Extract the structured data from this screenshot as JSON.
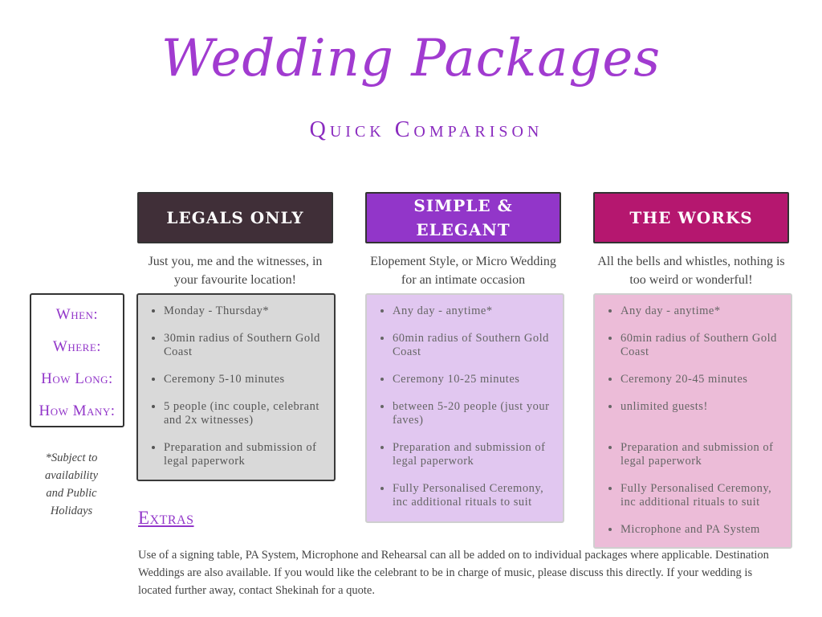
{
  "title": "Wedding Packages",
  "subtitle": "Quick Comparison",
  "labels": [
    "When:",
    "Where:",
    "How Long:",
    "How Many:"
  ],
  "note": "*Subject to availability and Public Holidays",
  "packages": [
    {
      "name": "LEGALS ONLY",
      "description": "Just you, me and the witnesses, in your favourite location!",
      "items": [
        "Monday - Thursday*",
        "30min radius of Southern Gold Coast",
        "Ceremony 5-10 minutes",
        "5 people (inc couple, celebrant and 2x witnesses)",
        "Preparation and submission of legal paperwork"
      ]
    },
    {
      "name": "SIMPLE & ELEGANT",
      "description": "Elopement Style, or Micro Wedding for an intimate occasion",
      "items": [
        "Any day - anytime*",
        "60min radius of Southern Gold Coast",
        "Ceremony 10-25 minutes",
        "between 5-20 people (just your faves)",
        "Preparation and submission of legal paperwork",
        "Fully Personalised Ceremony, inc additional rituals to suit"
      ]
    },
    {
      "name": "THE WORKS",
      "description": "All the bells and whistles, nothing is too weird or wonderful!",
      "items": [
        "Any day - anytime*",
        "60min radius of Southern Gold Coast",
        "Ceremony 20-45 minutes",
        "unlimited guests!",
        "Preparation and submission of legal paperwork",
        "Fully Personalised Ceremony, inc additional rituals to suit",
        "Microphone and PA System"
      ]
    }
  ],
  "extras": {
    "heading": "Extras",
    "text": "Use of a signing table, PA System, Microphone and Rehearsal can all be added on to individual packages where applicable.  Destination Weddings are also available. If you would like the celebrant to be in charge of music, please discuss this directly. If your wedding is located further away, contact Shekinah for a quote."
  },
  "colors": {
    "title": "#a13bd0",
    "legals_only": "#402f38",
    "simple_elegant": "#9236c9",
    "the_works": "#b5176f",
    "box_legals": "#d9d9d9",
    "box_simple": "#e1c7f0",
    "box_works": "#ecbcd8"
  }
}
